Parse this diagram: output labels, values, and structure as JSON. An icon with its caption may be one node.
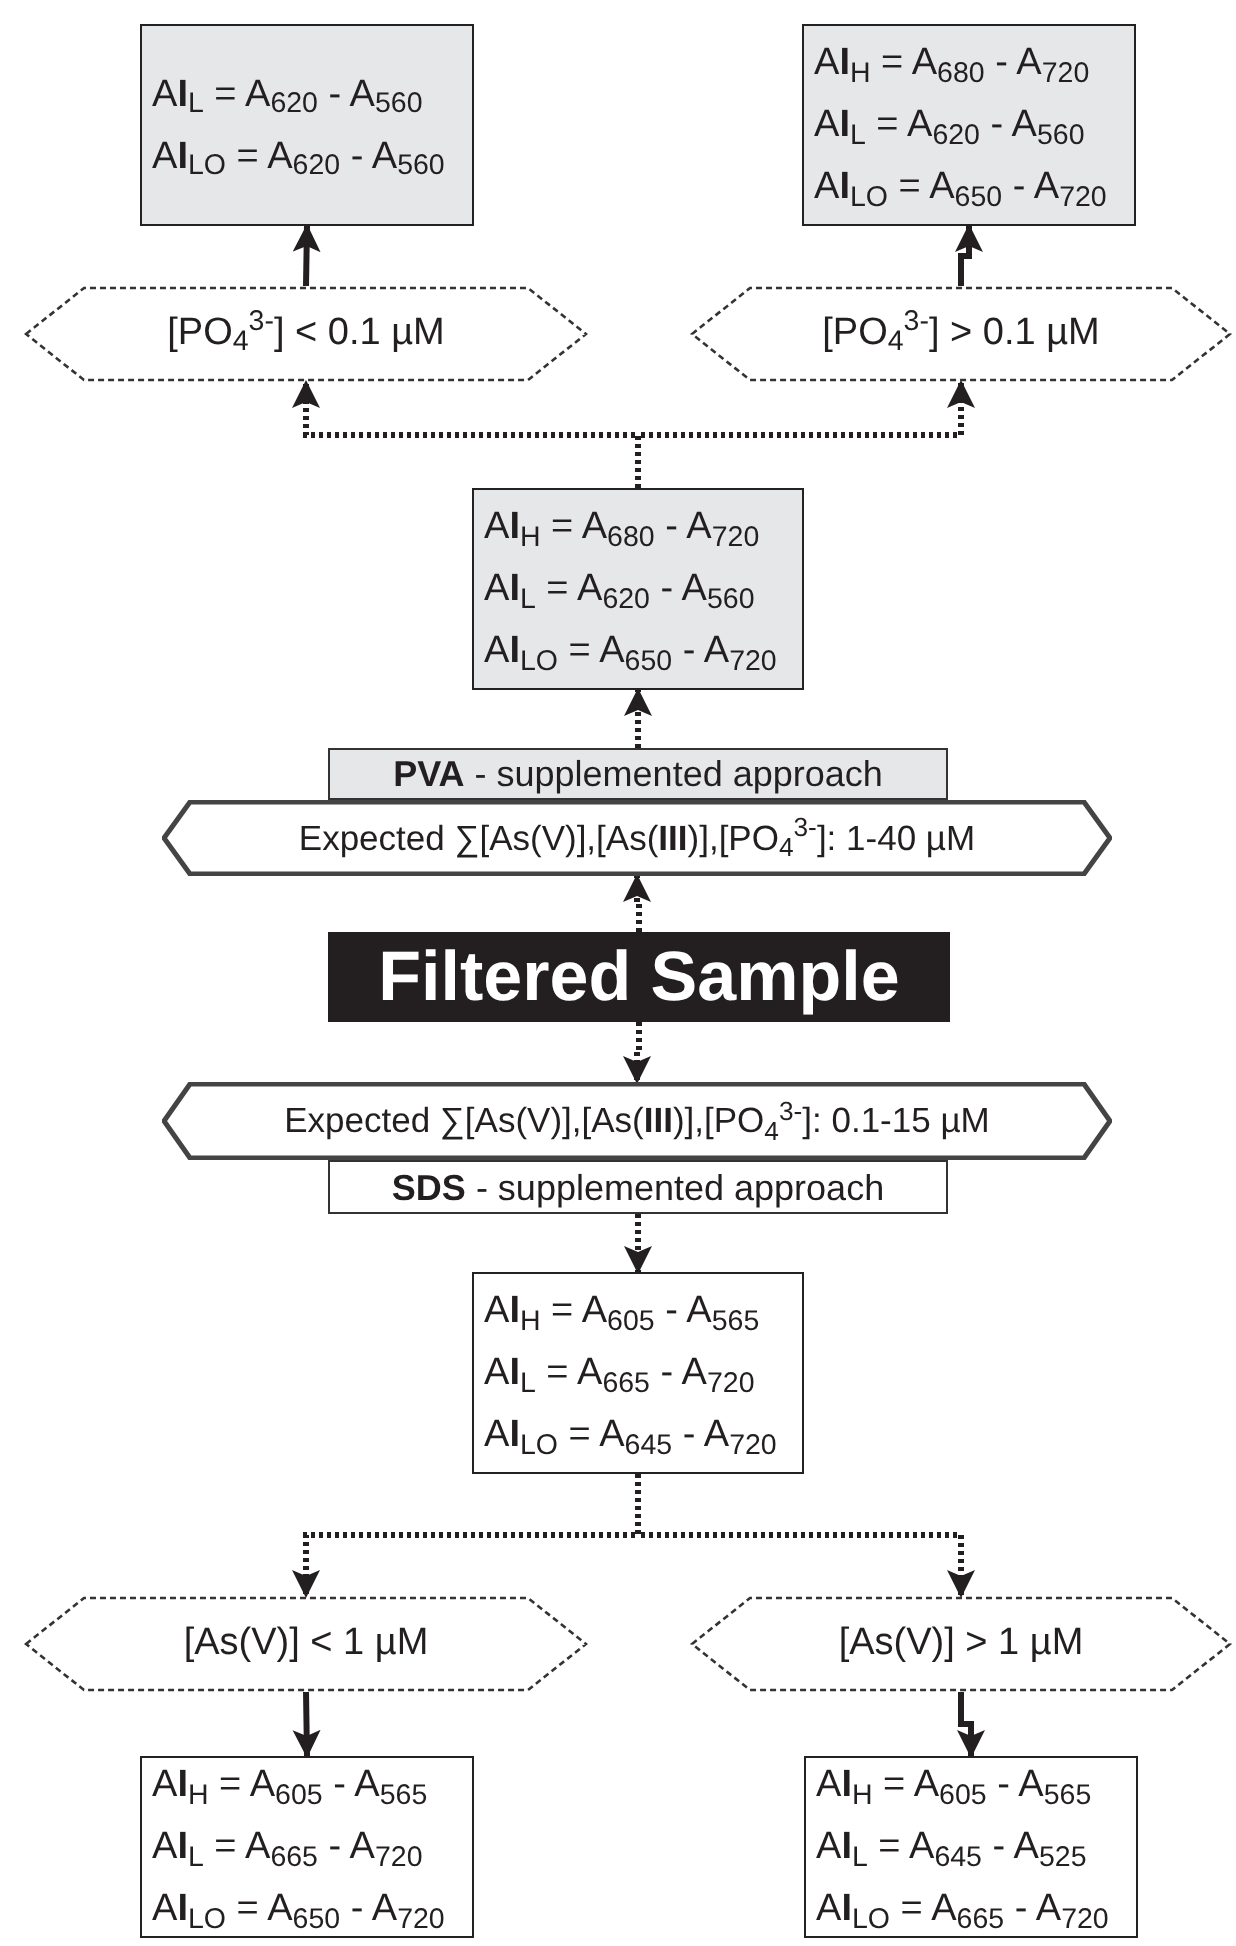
{
  "diagram": {
    "nodes": [
      {
        "text": [
          "A**I**$_{L}$ = A$_{620}$ - A$_{560}$",
          "A**I**$_{LO}$ = A$_{620}$ - A$_{560}$"
        ]
      },
      {
        "text": [
          "A**I**$_{H}$ = A$_{680}$ - A$_{720}$",
          "A**I**$_{L}$ = A$_{620}$ - A$_{560}$",
          "A**I**$_{LO}$ = A$_{650}$ - A$_{720}$"
        ]
      },
      {
        "text": [
          "[PO$_{4}$$^{3-}$] < 0.1 µM"
        ]
      },
      {
        "text": [
          "[PO$_{4}$$^{3-}$] > 0.1 µM"
        ]
      },
      {
        "text": [
          "A**I**$_{H}$ = A$_{680}$ - A$_{720}$",
          "A**I**$_{L}$ = A$_{620}$ - A$_{560}$",
          "A**I**$_{LO}$ = A$_{650}$ - A$_{720}$"
        ]
      },
      {
        "text": [
          "**PVA** - supplemented approach"
        ]
      },
      {
        "text": [
          "Expected ∑[As(V)],[As(**III**)],[PO$_{4}$$^{3-}$]: 1-40 µM"
        ]
      },
      {
        "text": [
          "Filtered Sample"
        ]
      },
      {
        "text": [
          "Expected ∑[As(V)],[As(**III**)],[PO$_{4}$$^{3-}$]: 0.1-15 µM"
        ]
      },
      {
        "text": [
          "**SDS** - supplemented approach"
        ]
      },
      {
        "text": [
          "A**I**$_{H}$ = A$_{605}$ - A$_{565}$",
          "A**I**$_{L}$ = A$_{665}$ - A$_{720}$",
          "A**I**$_{LO}$ = A$_{645}$ - A$_{720}$"
        ]
      },
      {
        "text": [
          "[As(V)] < 1 µM"
        ]
      },
      {
        "text": [
          "[As(V)] > 1 µM"
        ]
      },
      {
        "text": [
          "A**I**$_{H}$ = A$_{605}$ - A$_{565}$",
          "A**I**$_{L}$ = A$_{665}$ - A$_{720}$",
          "A**I**$_{LO}$ = A$_{650}$ - A$_{720}$"
        ]
      },
      {
        "text": [
          "A**I**$_{H}$ = A$_{605}$ - A$_{565}$",
          "A**I**$_{L}$ = A$_{645}$ - A$_{525}$",
          "A**I**$_{LO}$ = A$_{665}$ - A$_{720}$"
        ]
      }
    ],
    "edges": [
      {
        "from": 2,
        "to": 0,
        "arrow": "to"
      },
      {
        "from": 3,
        "to": 1,
        "arrow": "to"
      },
      {
        "from": 4,
        "to": 2,
        "arrow": "to",
        "style": "dashed"
      },
      {
        "from": 4,
        "to": 3,
        "arrow": "to",
        "style": "dashed"
      },
      {
        "from": 5,
        "to": 4,
        "arrow": "to",
        "style": "dashed"
      },
      {
        "from": 7,
        "to": 6,
        "arrow": "to",
        "style": "dashed"
      },
      {
        "from": 7,
        "to": 8,
        "arrow": "to",
        "style": "dashed"
      },
      {
        "from": 9,
        "to": 10,
        "arrow": "to",
        "style": "dashed"
      },
      {
        "from": 10,
        "to": 11,
        "arrow": "to",
        "style": "dashed"
      },
      {
        "from": 10,
        "to": 12,
        "arrow": "to",
        "style": "dashed"
      },
      {
        "from": 11,
        "to": 13,
        "arrow": "to"
      },
      {
        "from": 12,
        "to": 14,
        "arrow": "to"
      }
    ]
  }
}
